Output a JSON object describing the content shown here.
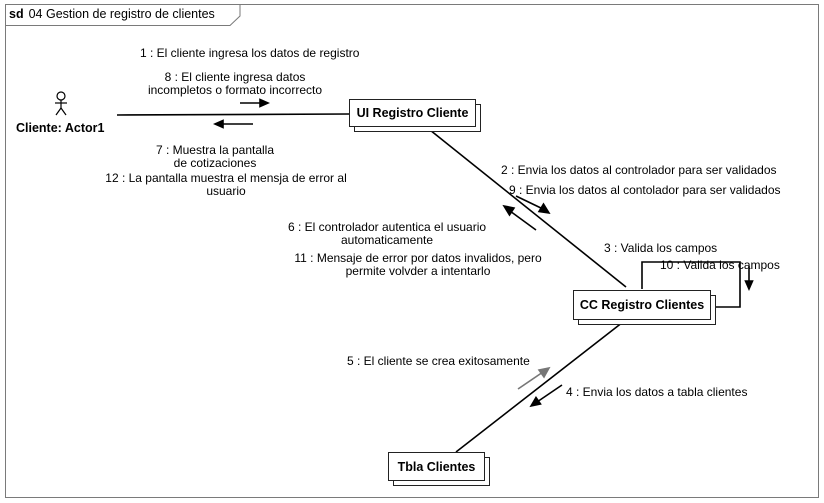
{
  "frame": {
    "keyword": "sd",
    "title": "04 Gestion de registro de clientes"
  },
  "actor": {
    "name": "Cliente: Actor1"
  },
  "objects": {
    "ui": "UI Registro Cliente",
    "cc": "CC Registro Clientes",
    "tabla": "Tbla Clientes"
  },
  "messages": {
    "m1": "1 : El cliente ingresa los datos de registro",
    "m8a": "8 : El cliente ingresa datos",
    "m8b": "incompletos o formato incorrecto",
    "m7a": "7 : Muestra la pantalla",
    "m7b": "de cotizaciones",
    "m12a": "12 : La pantalla muestra el mensja de error al",
    "m12b": "usuario",
    "m2": "2 : Envia los datos al controlador para ser validados",
    "m9": "9 : Envia los datos al contolador para ser validados",
    "m6a": "6 : El controlador autentica el usuario",
    "m6b": "automaticamente",
    "m11a": "11 : Mensaje de error por datos invalidos, pero",
    "m11b": "permite volvder a intentarlo",
    "m3": "3 : Valida los campos",
    "m10": "10 : Valida los campos",
    "m5": "5 : El cliente se crea exitosamente",
    "m4": "4 : Envia los datos a tabla clientes"
  }
}
